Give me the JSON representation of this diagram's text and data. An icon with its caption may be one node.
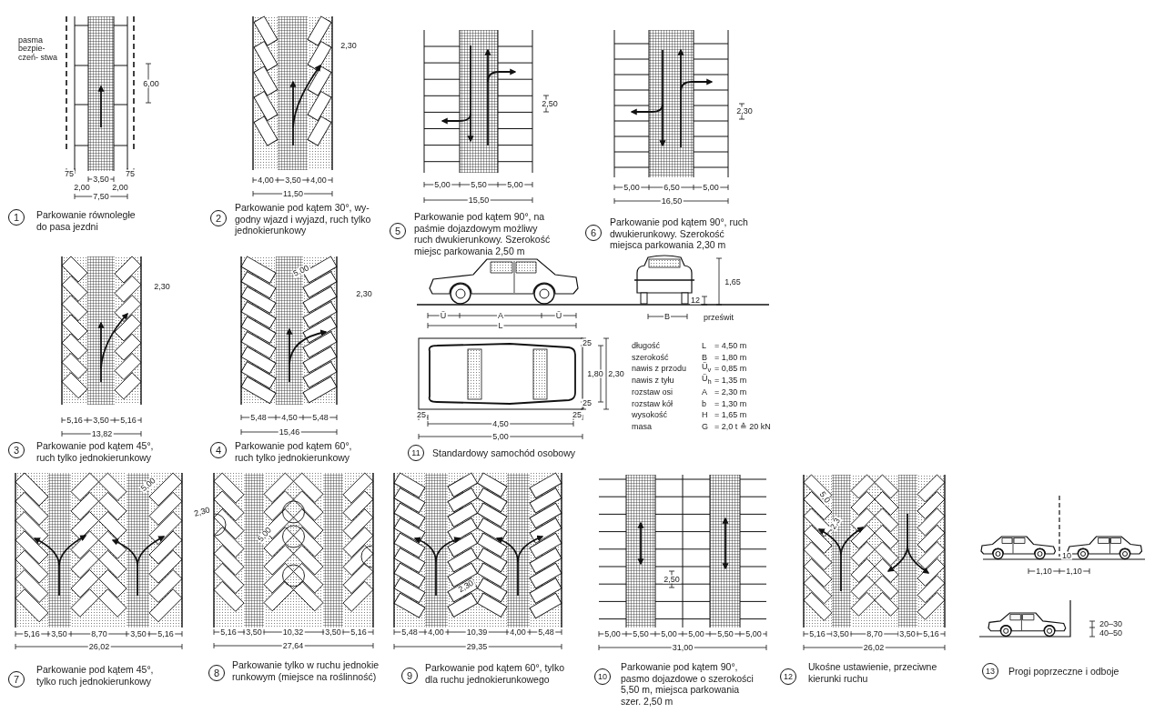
{
  "diagram": {
    "labels": [
      "pasma bezpie- czeń- stwa",
      "6,00",
      "75",
      "75",
      "3,50",
      "2,00",
      "2,00",
      "7,50",
      "2,30",
      "4,00",
      "3,50",
      "4,00",
      "11,50",
      "2,50",
      "5,00",
      "5,50",
      "5,00",
      "15,50",
      "2,30",
      "5,00",
      "6,50",
      "5,00",
      "16,50",
      "2,30",
      "5,16",
      "3,50",
      "5,16",
      "13,82",
      "5,00",
      "2,30",
      "5,48",
      "4,50",
      "5,48",
      "15,46",
      "1,65",
      "Ü",
      "A",
      "Ü",
      "L",
      "B",
      "12",
      "prześwit",
      "25",
      "1,80",
      "2,30",
      "25",
      "25",
      "25",
      "4,50",
      "5,00",
      "długość",
      "L",
      "= 4,50 m",
      "szerokość",
      "B",
      "= 1,80 m",
      "nawis z przodu",
      "Ü$_{v}$",
      "= 0,85 m",
      "nawis z tyłu",
      "Ü$_{h}$",
      "= 1,35 m",
      "rozstaw osi",
      "A",
      "= 2,30 m",
      "rozstaw kół",
      "b",
      "= 1,30 m",
      "wysokość",
      "H",
      "= 1,65 m",
      "masa",
      "G",
      "= 2,0 t ≙ 20 kN",
      "5,00",
      "5,16",
      "3,50",
      "8,70",
      "3,50",
      "5,16",
      "26,02",
      "2,30",
      "5,00",
      "5,16",
      "3,50",
      "10,32",
      "3,50",
      "5,16",
      "27,64",
      "2,30",
      "5,48",
      "4,00",
      "10,39",
      "4,00",
      "5,48",
      "29,35",
      "2,50",
      "5,00",
      "5,50",
      "5,00",
      "5,00",
      "5,50",
      "5,00",
      "31,00",
      "5,0",
      "2,3",
      "5,16",
      "3,50",
      "8,70",
      "3,50",
      "5,16",
      "26,02",
      "10",
      "1,10",
      "1,10",
      "20–30",
      "40–50",
      "1",
      "Parkowanie równoległe do pasa jezdni",
      "2",
      "Parkowanie pod kątem 30°, wy- godny wjazd i wyjazd, ruch tylko jednokierunkowy",
      "5",
      "Parkowanie pod kątem 90°, na paśmie dojazdowym możliwy ruch dwukierunkowy. Szerokość miejsc parkowania 2,50 m",
      "6",
      "Parkowanie pod kątem 90°, ruch dwukierunkowy. Szerokość miejsca parkowania 2,30 m",
      "3",
      "Parkowanie pod kątem 45°, ruch tylko jednokierunkowy",
      "4",
      "Parkowanie pod kątem 60°, ruch tylko jednokierunkowy",
      "11",
      "Standardowy samochód osobowy",
      "7",
      "Parkowanie pod kątem 45°, tylko ruch jednokierunkowy",
      "8",
      "Parkowanie tylko w ruchu jednokie runkowym (miejsce na roślinność)",
      "9",
      "Parkowanie pod kątem 60°, tylko dla ruchu jednokierunkowego",
      "10",
      "Parkowanie pod kątem 90°, pasmo dojazdowe o szerokości 5,50 m, miejsca parkowania szer. 2,50 m",
      "12",
      "Ukośne ustawienie, przeciwne kierunki ruchu",
      "13",
      "Progi poprzeczne i odboje"
    ]
  }
}
